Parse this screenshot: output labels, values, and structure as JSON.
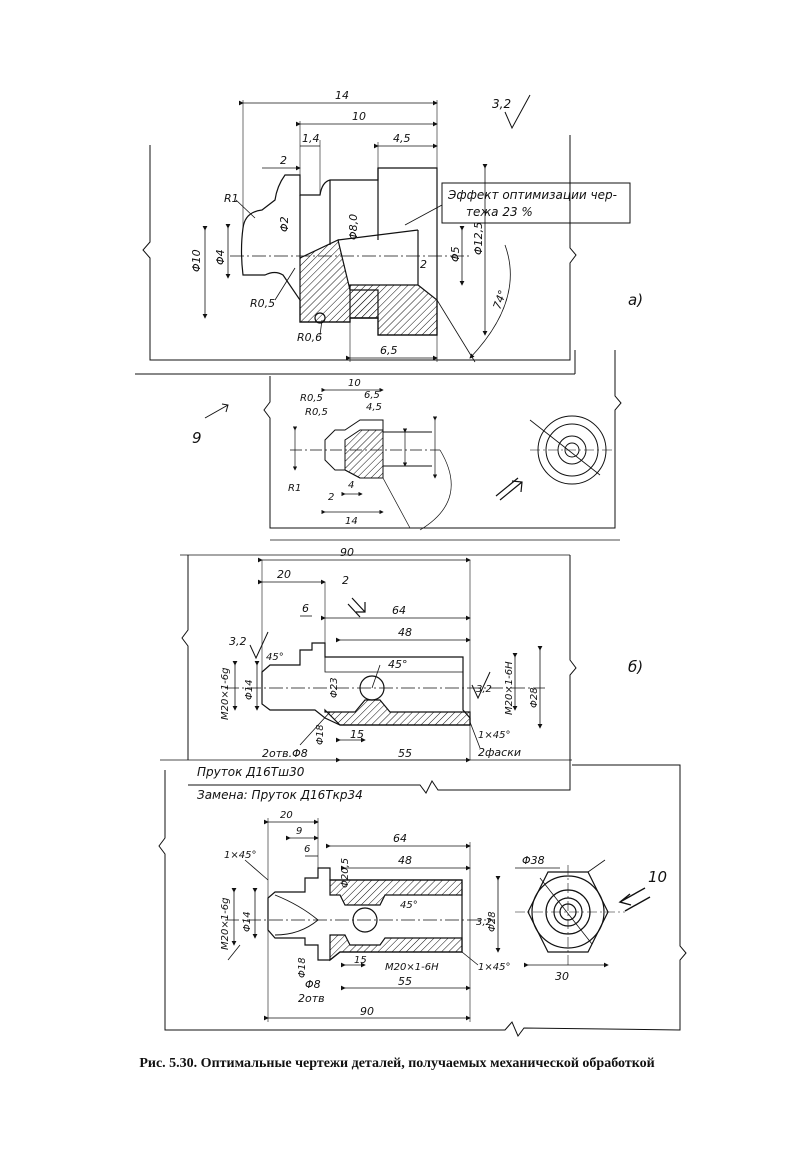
{
  "caption": "Рис. 5.30. Оптимальные чертежи деталей, получаемых механической обработкой",
  "part_a": {
    "label": "а)",
    "roughness": "3,2",
    "note_line1": "Эффект оптимизации чер-",
    "note_line2": "тежа 23 %",
    "dims": {
      "d14": "14",
      "d10": "10",
      "d1_4": "1,4",
      "d4_5": "4,5",
      "d2": "2",
      "r1": "R1",
      "phi2": "Φ2",
      "phi10": "Φ10",
      "phi4": "Φ4",
      "phi8": "Φ8,0",
      "phi5": "Φ5",
      "phi12_5": "Φ12,5",
      "d2b": "2",
      "r05": "R0,5",
      "r06": "R0,6",
      "d6_5": "6,5",
      "ang74": "74°"
    },
    "sub": {
      "view_no": "9",
      "dims": {
        "d10": "10",
        "d6_5": "6,5",
        "d4_5": "4,5",
        "r05a": "R0,5",
        "r05b": "R0,5",
        "r1": "R1",
        "d4": "4",
        "d2": "2",
        "d14": "14"
      }
    }
  },
  "part_b": {
    "label": "б)",
    "view_no": "2",
    "dims": {
      "d90": "90",
      "d20": "20",
      "d6": "6",
      "d64": "64",
      "d48": "48",
      "r32": "3,2",
      "m20l": "M20×1-6g",
      "phi14": "Φ14",
      "ang45a": "45°",
      "ang45b": "45°",
      "phi23": "Φ23",
      "phi18": "Φ18",
      "m20r": "M20×1-6H",
      "phi28": "Φ28",
      "r32b": "3,2",
      "d15": "15",
      "d55": "55",
      "ch": "1×45°",
      "holes": "2отв.Φ8",
      "chamfers": "2фаски"
    },
    "material1": "Пруток Д16Тш30",
    "material2": "Замена: Пруток Д16Ткр34"
  },
  "part_c": {
    "view_no": "10",
    "dims": {
      "d20": "20",
      "d9": "9",
      "d6": "6",
      "d64": "64",
      "d48": "48",
      "ch1": "1×45°",
      "phi20_5": "Φ20,5",
      "ang45": "45°",
      "m20l": "M20×1-6g",
      "phi14": "Φ14",
      "phi28": "Φ28",
      "r32": "3,2",
      "phi18": "Φ18",
      "d15": "15",
      "m20r": "M20×1-6H",
      "ch2": "1×45°",
      "phi8": "Φ8",
      "holes": "2отв",
      "d55": "55",
      "d90": "90",
      "phi38": "Φ38",
      "d30": "30"
    }
  }
}
